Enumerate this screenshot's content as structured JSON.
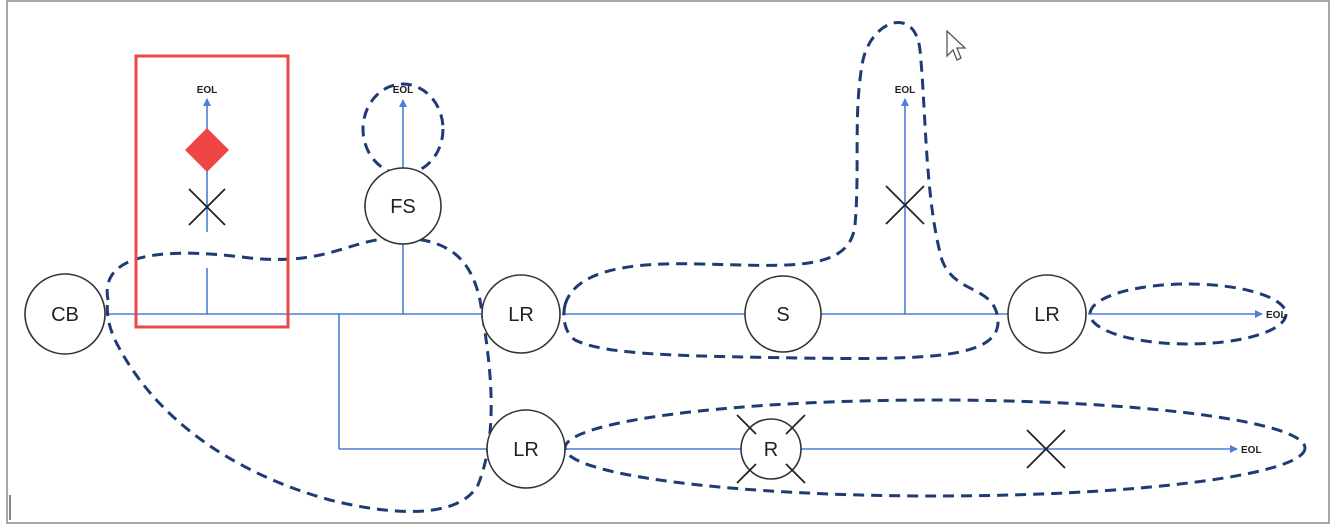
{
  "diagram": {
    "colors": {
      "line": "#4a7fd4",
      "node_stroke": "#333333",
      "zone_outline": "#1f3b73",
      "highlight_box": "#e84a4a",
      "fault_marker": "#f04545"
    },
    "nodes": {
      "cb": "CB",
      "fs": "FS",
      "lr_top": "LR",
      "s": "S",
      "lr_right": "LR",
      "lr_bottom": "LR",
      "r": "R"
    },
    "eol_labels": {
      "highlight": "EOL",
      "fs": "EOL",
      "switch_branch": "EOL",
      "right": "EOL",
      "bottom": "EOL"
    },
    "icons": {
      "open_switch": "x-mark-icon",
      "fault": "red-diamond-icon",
      "pointer": "mouse-cursor-icon"
    }
  }
}
